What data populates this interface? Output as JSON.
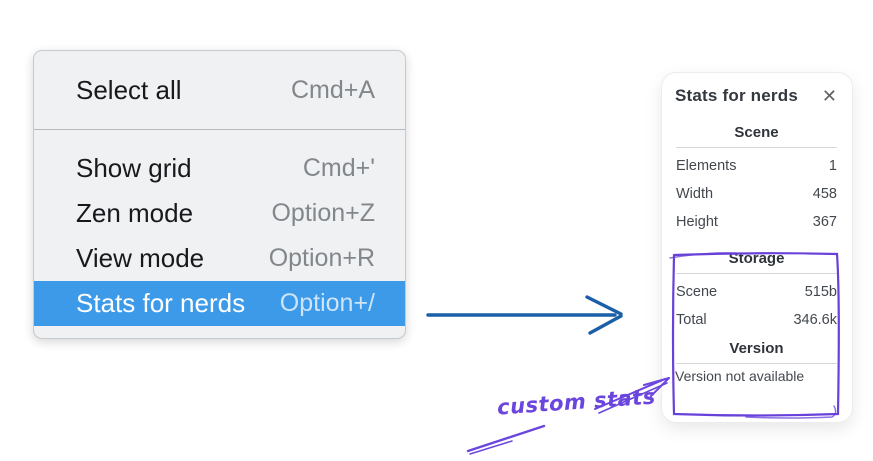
{
  "menu": {
    "items": [
      {
        "label": "Select all",
        "shortcut": "Cmd+A",
        "selected": false
      },
      {
        "label": "Show grid",
        "shortcut": "Cmd+'",
        "selected": false
      },
      {
        "label": "Zen mode",
        "shortcut": "Option+Z",
        "selected": false
      },
      {
        "label": "View mode",
        "shortcut": "Option+R",
        "selected": false
      },
      {
        "label": "Stats for nerds",
        "shortcut": "Option+/",
        "selected": true
      }
    ]
  },
  "stats_panel": {
    "title": "Stats for nerds",
    "close_glyph": "✕",
    "sections": [
      {
        "header": "Scene",
        "rows": [
          {
            "label": "Elements",
            "value": "1"
          },
          {
            "label": "Width",
            "value": "458"
          },
          {
            "label": "Height",
            "value": "367"
          }
        ]
      },
      {
        "header": "Storage",
        "rows": [
          {
            "label": "Scene",
            "value": "515b"
          },
          {
            "label": "Total",
            "value": "346.6k"
          }
        ]
      },
      {
        "header": "Version",
        "note": "Version not available"
      }
    ]
  },
  "annotation": {
    "label": "custom stats",
    "color": "#6b46dd",
    "box_color": "#6741d9"
  },
  "colors": {
    "menu_highlight": "#3d9ae8",
    "menu_background": "#f0f1f3",
    "flow_arrow_blue": "#1b5fa8",
    "annotation_purple": "#6b46dd"
  }
}
